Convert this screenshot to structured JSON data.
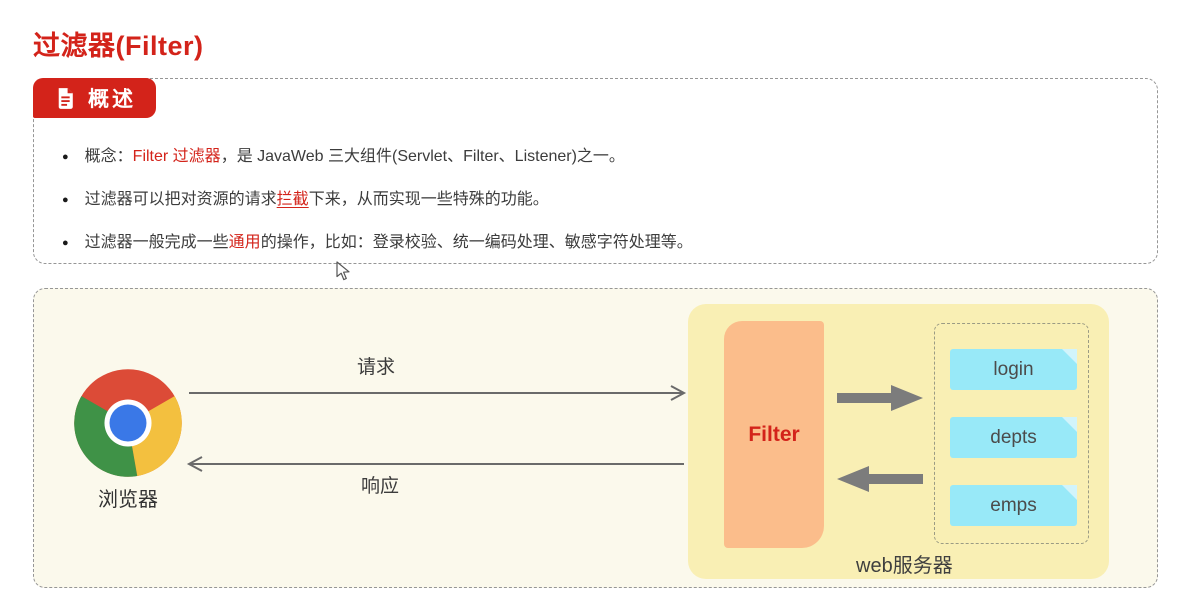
{
  "page_title": "过滤器(Filter)",
  "overview": {
    "badge_label": "概述",
    "bullet_glyph": "●",
    "bullets": [
      {
        "pre": "概念：",
        "highlight": "Filter 过滤器",
        "post": "，是 JavaWeb 三大组件(Servlet、Filter、Listener)之一。"
      },
      {
        "pre": "过滤器可以把对资源的请求",
        "highlight": "拦截",
        "post": "下来，从而实现一些特殊的功能。"
      },
      {
        "pre": "过滤器一般完成一些",
        "highlight": "通用",
        "post": "的操作，比如：登录校验、统一编码处理、敏感字符处理等。"
      }
    ]
  },
  "diagram": {
    "browser_label": "浏览器",
    "request_label": "请求",
    "response_label": "响应",
    "filter_label": "Filter",
    "server_label": "web服务器",
    "resources": [
      {
        "label": "login"
      },
      {
        "label": "depts"
      },
      {
        "label": "emps"
      }
    ]
  },
  "colors": {
    "accent_red": "#d3231a",
    "server_bg": "#f9efb4",
    "filter_bg": "#fbbd8b",
    "resource_bg": "#98e9f8",
    "thick_arrow_gray": "#7c7c7c",
    "thin_arrow_gray": "#6a6a6a"
  }
}
